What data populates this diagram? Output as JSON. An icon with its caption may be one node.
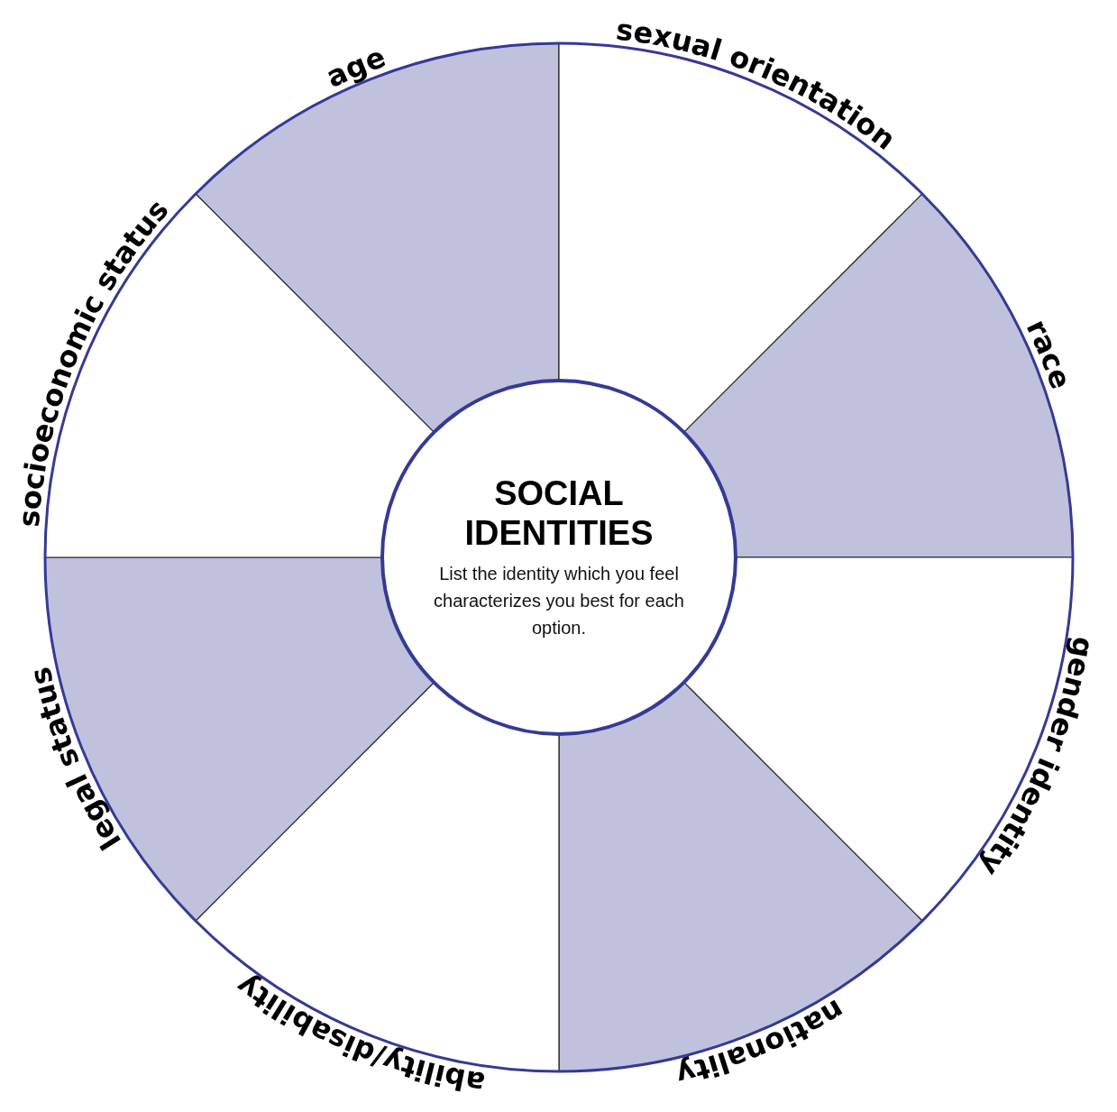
{
  "diagram": {
    "nodes": [
      {
        "text": [
          "age"
        ]
      },
      {
        "text": [
          "sexual orientation"
        ]
      },
      {
        "text": [
          "race"
        ]
      },
      {
        "text": [
          "gender identity"
        ]
      },
      {
        "text": [
          "nationality"
        ]
      },
      {
        "text": [
          "ability/disability"
        ]
      },
      {
        "text": [
          "legal status"
        ]
      },
      {
        "text": [
          "socioeconomic status"
        ]
      },
      {
        "text": [
          "SOCIAL IDENTITIES",
          "List the identity which you feel characterizes you best for each option."
        ]
      }
    ]
  }
}
